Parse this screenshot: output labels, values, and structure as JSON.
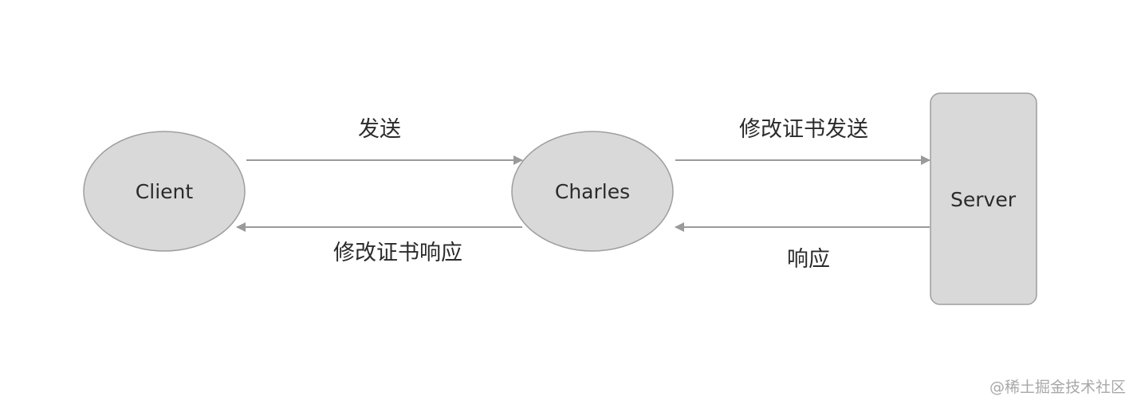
{
  "nodes": {
    "client": {
      "label": "Client",
      "shape": "ellipse"
    },
    "charles": {
      "label": "Charles",
      "shape": "ellipse"
    },
    "server": {
      "label": "Server",
      "shape": "rounded-rectangle"
    }
  },
  "edges": [
    {
      "from": "client",
      "to": "charles",
      "label": "发送"
    },
    {
      "from": "charles",
      "to": "server",
      "label": "修改证书发送"
    },
    {
      "from": "charles",
      "to": "client",
      "label": "修改证书响应"
    },
    {
      "from": "server",
      "to": "charles",
      "label": "响应"
    }
  ],
  "watermark": "@稀土掘金技术社区",
  "colors": {
    "node_fill": "#d9d9d9",
    "node_stroke": "#9e9e9e",
    "edge": "#9a9a9a",
    "text": "#2b2b2b",
    "watermark": "#a8a8a8"
  }
}
